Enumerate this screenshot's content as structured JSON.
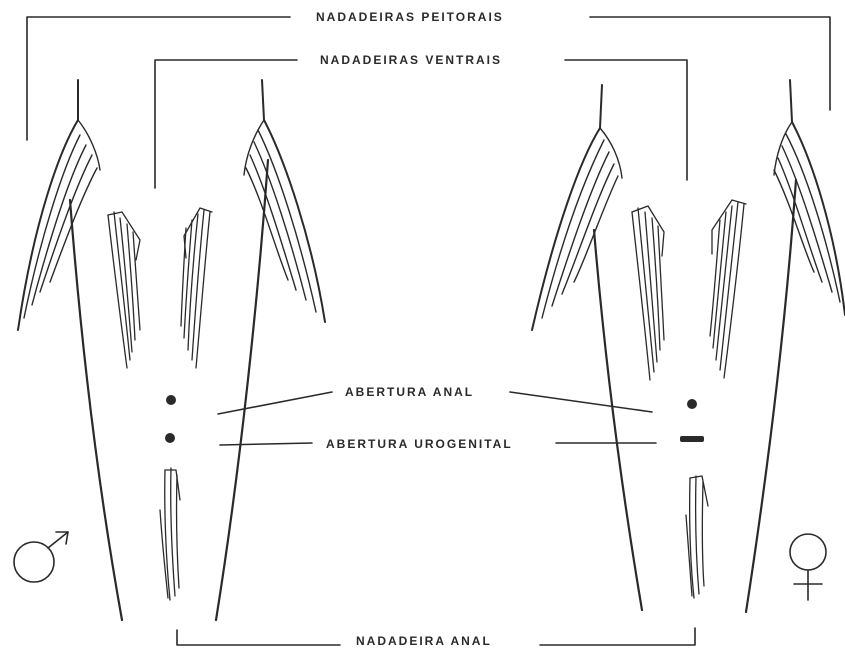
{
  "labels": {
    "pectoral_fins": "NADADEIRAS PEITORAIS",
    "ventral_fins": "NADADEIRAS VENTRAIS",
    "anal_opening": "ABERTURA ANAL",
    "urogenital_opening": "ABERTURA UROGENITAL",
    "anal_fin": "NADADEIRA ANAL"
  },
  "symbols": {
    "male": "male-symbol",
    "female": "female-symbol"
  },
  "colors": {
    "ink": "#2a2a2a",
    "background": "#ffffff"
  }
}
